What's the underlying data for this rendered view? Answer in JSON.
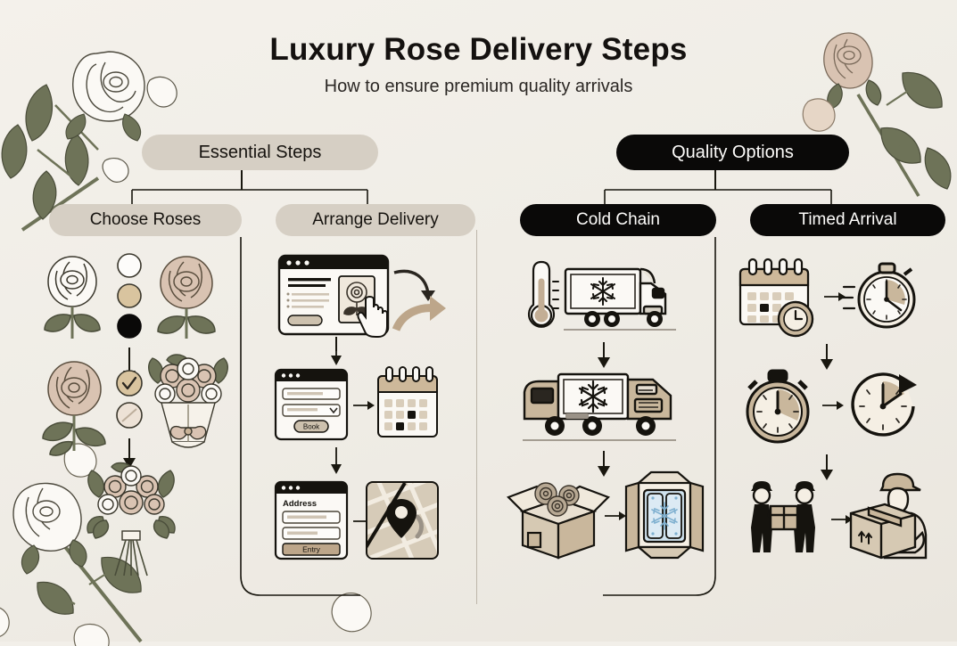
{
  "header": {
    "title": "Luxury Rose Delivery Steps",
    "subtitle": "How to ensure premium quality arrivals"
  },
  "branches": [
    {
      "id": "essential-steps",
      "label": "Essential Steps",
      "style": "light",
      "children": [
        {
          "id": "choose-roses",
          "label": "Choose Roses",
          "style": "light",
          "steps": [
            {
              "icons": [
                "white-rose-icon",
                "color-swatch-white",
                "color-swatch-tan",
                "color-swatch-black",
                "tan-rose-icon"
              ]
            },
            {
              "icons": [
                "tan-rose-icon",
                "check-circle-icon",
                "swatch-circle-icon",
                "bouquet-wrapped-icon"
              ]
            },
            {
              "icons": [
                "bouquet-icon"
              ]
            }
          ]
        },
        {
          "id": "arrange-delivery",
          "label": "Arrange Delivery",
          "style": "light",
          "steps": [
            {
              "icons": [
                "browser-product-window-icon",
                "cursor-hand-icon",
                "curved-arrow-icon"
              ],
              "labels": []
            },
            {
              "icons": [
                "booking-form-window-icon",
                "calendar-icon"
              ],
              "labels": [
                "Book"
              ]
            },
            {
              "icons": [
                "address-form-window-icon",
                "map-pin-icon"
              ],
              "labels": [
                "Address",
                "Entry"
              ]
            }
          ]
        }
      ]
    },
    {
      "id": "quality-options",
      "label": "Quality Options",
      "style": "dark",
      "children": [
        {
          "id": "cold-chain",
          "label": "Cold Chain",
          "style": "dark",
          "steps": [
            {
              "icons": [
                "thermometer-icon",
                "refrigerated-truck-icon",
                "snowflake-icon"
              ]
            },
            {
              "icons": [
                "delivery-truck-icon",
                "snowflake-icon"
              ]
            },
            {
              "icons": [
                "open-box-roses-icon",
                "cold-pack-box-icon"
              ]
            }
          ]
        },
        {
          "id": "timed-arrival",
          "label": "Timed Arrival",
          "style": "dark",
          "steps": [
            {
              "icons": [
                "calendar-clock-icon",
                "stopwatch-icon"
              ]
            },
            {
              "icons": [
                "stopwatch-icon",
                "clock-arrow-icon"
              ]
            },
            {
              "icons": [
                "package-handoff-icon",
                "courier-box-icon"
              ]
            }
          ]
        }
      ]
    }
  ],
  "form_text": {
    "book_button": "Book",
    "address_label": "Address",
    "entry_button": "Entry"
  },
  "decor": {
    "top_left_rose": "white-rose-stem-decor",
    "top_right_rose": "blush-rose-stem-decor",
    "bottom_left_rose": "white-rose-stem-decor",
    "petals": "rose-petal-decor"
  },
  "colors": {
    "background": "#f2efe9",
    "pill_light": "#d6cfc4",
    "pill_dark": "#0a0908",
    "ink": "#19170f",
    "tan": "#c9b79c",
    "leaf": "#6e7358",
    "blush": "#d9c3b2"
  }
}
